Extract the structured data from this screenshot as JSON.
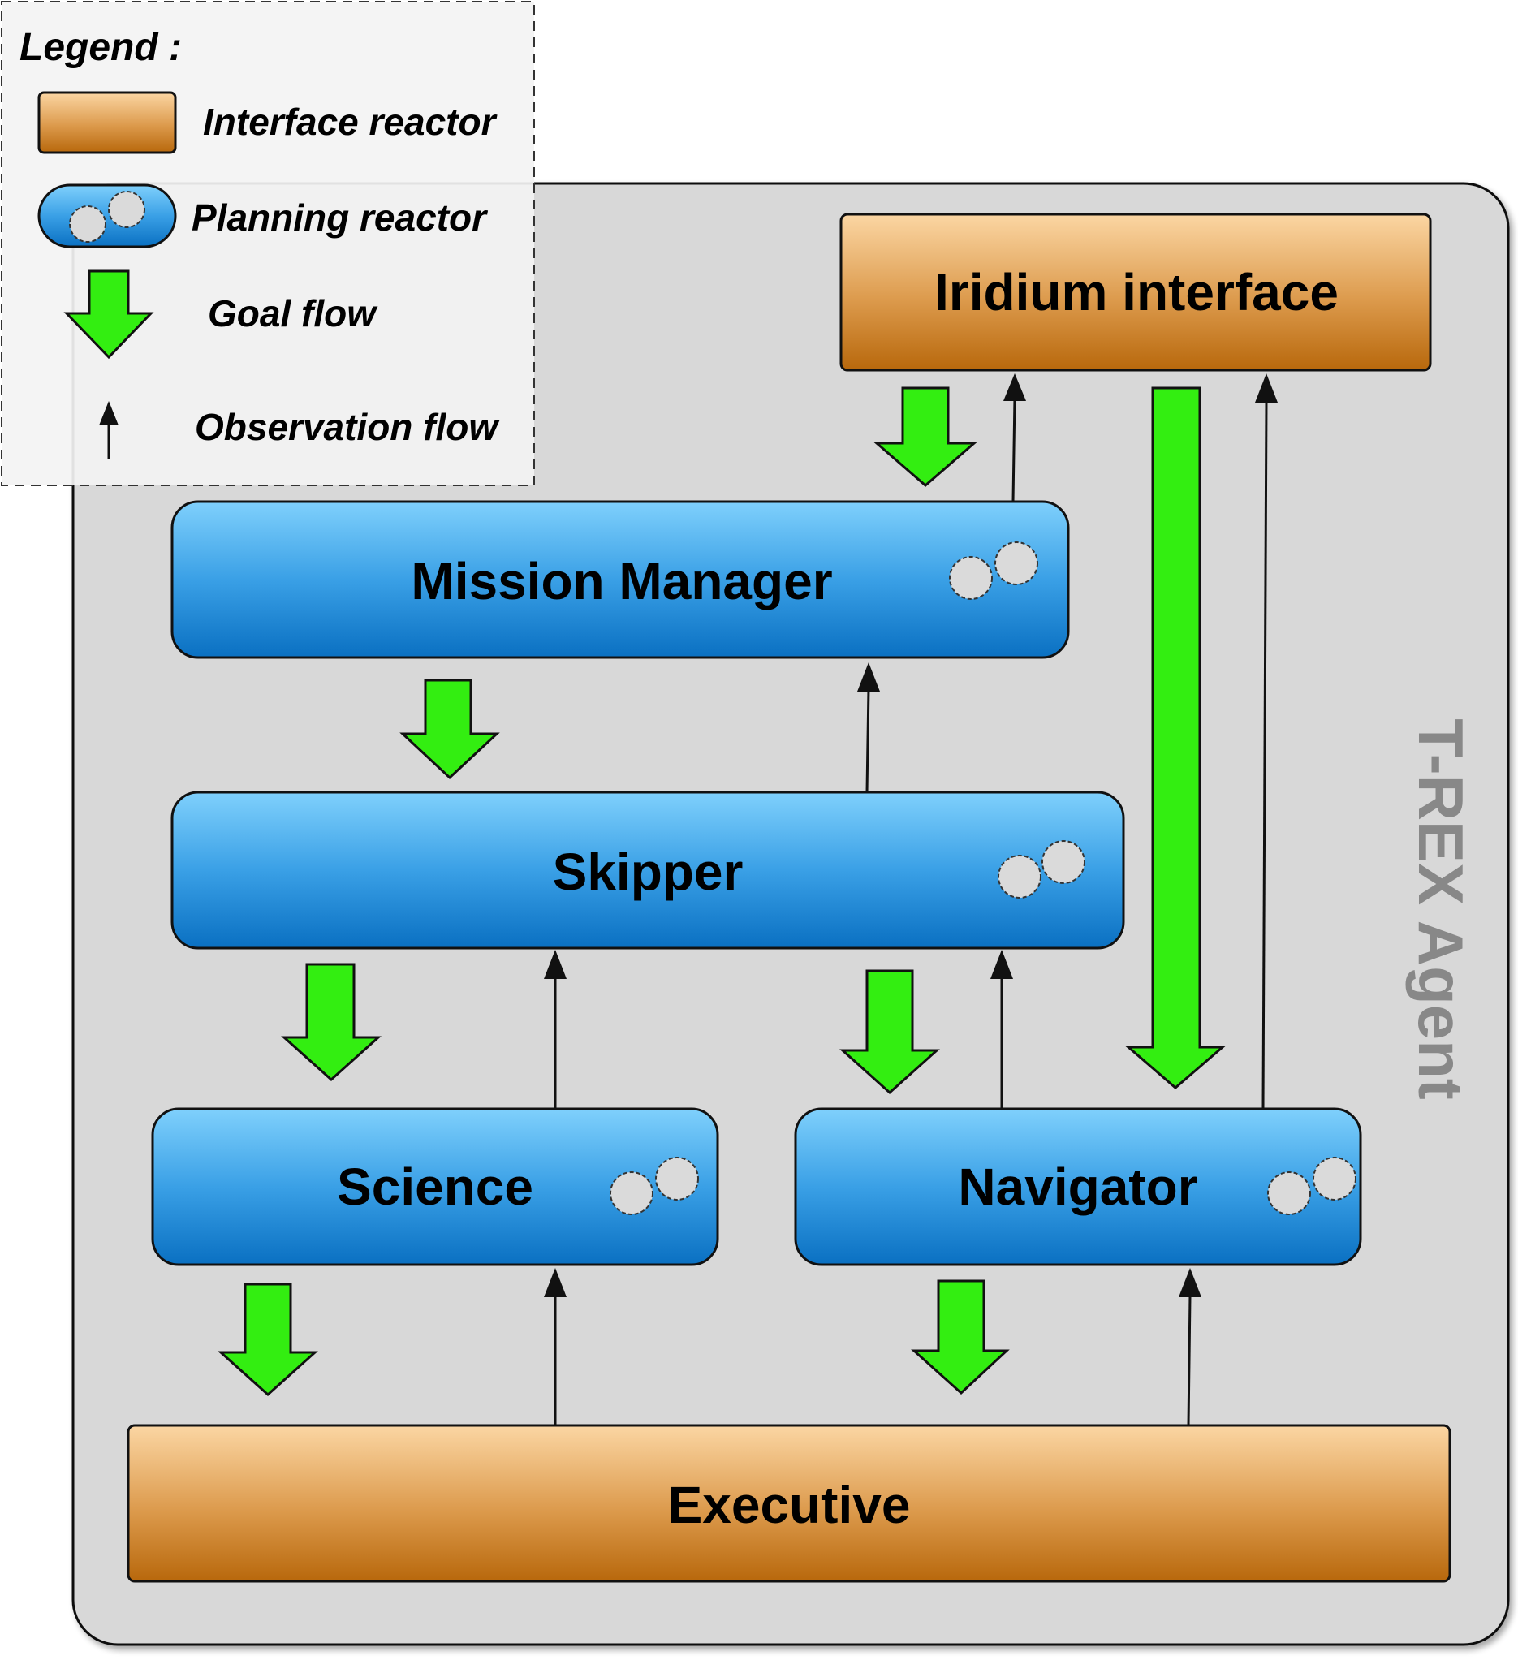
{
  "agent": {
    "label": "T-REX Agent"
  },
  "legend": {
    "title": "Legend :",
    "items": [
      {
        "label": "Interface reactor"
      },
      {
        "label": "Planning reactor"
      },
      {
        "label": "Goal flow"
      },
      {
        "label": "Observation flow"
      }
    ]
  },
  "reactors": {
    "iridium": {
      "label": "Iridium interface",
      "kind": "interface"
    },
    "mission_manager": {
      "label": "Mission Manager",
      "kind": "planning"
    },
    "skipper": {
      "label": "Skipper",
      "kind": "planning"
    },
    "science": {
      "label": "Science",
      "kind": "planning"
    },
    "navigator": {
      "label": "Navigator",
      "kind": "planning"
    },
    "executive": {
      "label": "Executive",
      "kind": "interface"
    }
  },
  "flows": {
    "goal": [
      {
        "from": "iridium",
        "to": "mission_manager"
      },
      {
        "from": "mission_manager",
        "to": "skipper"
      },
      {
        "from": "skipper",
        "to": "science"
      },
      {
        "from": "skipper",
        "to": "navigator"
      },
      {
        "from": "iridium",
        "to": "navigator"
      },
      {
        "from": "science",
        "to": "executive"
      },
      {
        "from": "navigator",
        "to": "executive"
      }
    ],
    "observation": [
      {
        "from": "mission_manager",
        "to": "iridium"
      },
      {
        "from": "skipper",
        "to": "mission_manager"
      },
      {
        "from": "science",
        "to": "skipper"
      },
      {
        "from": "navigator",
        "to": "skipper"
      },
      {
        "from": "navigator",
        "to": "iridium"
      },
      {
        "from": "executive",
        "to": "science"
      },
      {
        "from": "executive",
        "to": "navigator"
      }
    ]
  },
  "colors": {
    "agent_fill": "#d8d8d8",
    "interface_top": "#fbd6a3",
    "interface_bottom": "#b8680c",
    "planning_top": "#7fd0fc",
    "planning_bottom": "#0a70c2",
    "goal_arrow": "#33ee11",
    "gear_fill": "#dadada"
  }
}
